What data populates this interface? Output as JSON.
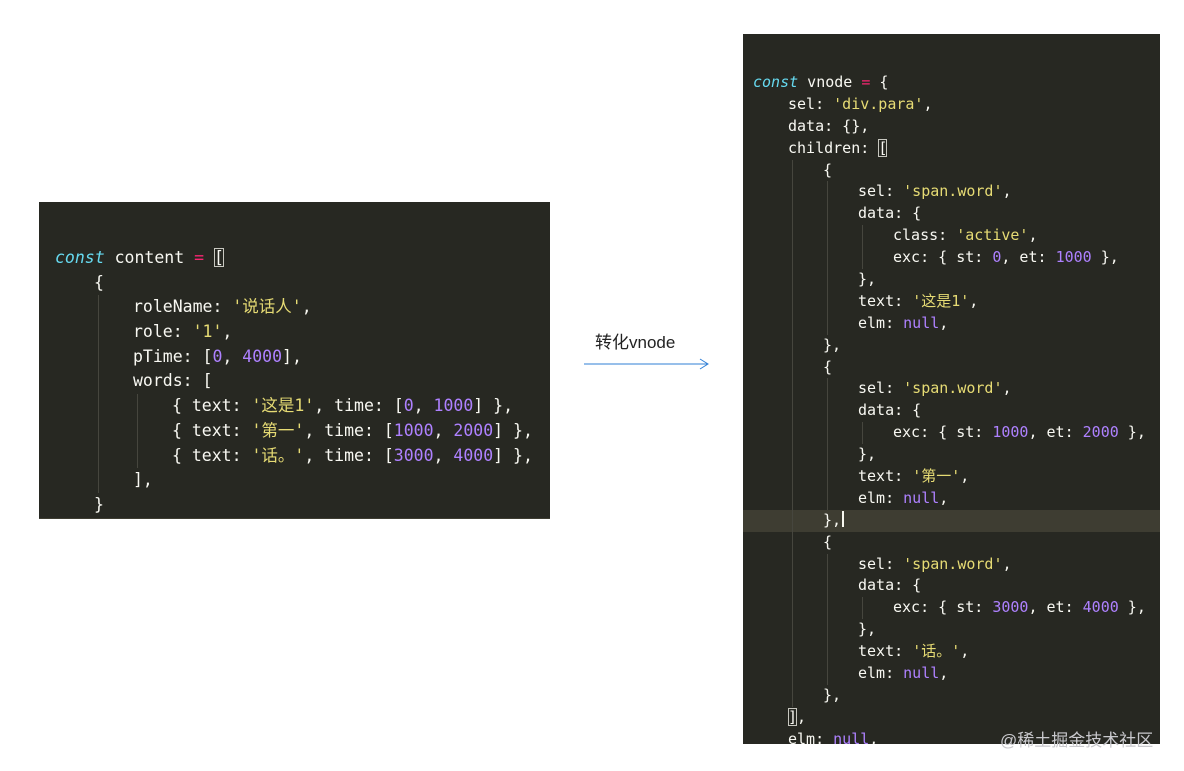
{
  "arrow_label": "转化vnode",
  "watermark": "@稀土掘金技术社区",
  "colors": {
    "editor_background": "#272822",
    "keyword": "#66d9ef",
    "plain": "#f8f8f2",
    "string": "#e6db74",
    "number": "#ae81ff",
    "operator": "#f92672",
    "active_line": "#3e3d32"
  },
  "left_code": [
    {
      "indent": 0,
      "tokens": [
        [
          "k",
          "const"
        ],
        [
          "p",
          " content "
        ],
        [
          "o",
          "="
        ],
        [
          "p",
          " "
        ],
        [
          "b",
          "["
        ]
      ]
    },
    {
      "indent": 1,
      "tokens": [
        [
          "p",
          "{"
        ]
      ]
    },
    {
      "indent": 2,
      "tokens": [
        [
          "p",
          "roleName: "
        ],
        [
          "s",
          "'说话人'"
        ],
        [
          "p",
          ","
        ]
      ]
    },
    {
      "indent": 2,
      "tokens": [
        [
          "p",
          "role: "
        ],
        [
          "s",
          "'1'"
        ],
        [
          "p",
          ","
        ]
      ]
    },
    {
      "indent": 2,
      "tokens": [
        [
          "p",
          "pTime: ["
        ],
        [
          "n",
          "0"
        ],
        [
          "p",
          ", "
        ],
        [
          "n",
          "4000"
        ],
        [
          "p",
          "],"
        ]
      ]
    },
    {
      "indent": 2,
      "tokens": [
        [
          "p",
          "words: ["
        ]
      ]
    },
    {
      "indent": 3,
      "tokens": [
        [
          "p",
          "{ text: "
        ],
        [
          "s",
          "'这是1'"
        ],
        [
          "p",
          ", time: ["
        ],
        [
          "n",
          "0"
        ],
        [
          "p",
          ", "
        ],
        [
          "n",
          "1000"
        ],
        [
          "p",
          "] },"
        ]
      ]
    },
    {
      "indent": 3,
      "tokens": [
        [
          "p",
          "{ text: "
        ],
        [
          "s",
          "'第一'"
        ],
        [
          "p",
          ", time: ["
        ],
        [
          "n",
          "1000"
        ],
        [
          "p",
          ", "
        ],
        [
          "n",
          "2000"
        ],
        [
          "p",
          "] },"
        ]
      ]
    },
    {
      "indent": 3,
      "tokens": [
        [
          "p",
          "{ text: "
        ],
        [
          "s",
          "'话。'"
        ],
        [
          "p",
          ", time: ["
        ],
        [
          "n",
          "3000"
        ],
        [
          "p",
          ", "
        ],
        [
          "n",
          "4000"
        ],
        [
          "p",
          "] },"
        ]
      ]
    },
    {
      "indent": 2,
      "tokens": [
        [
          "p",
          "],"
        ]
      ]
    },
    {
      "indent": 1,
      "tokens": [
        [
          "p",
          "}"
        ]
      ]
    },
    {
      "indent": 0,
      "active": true,
      "tokens": [
        [
          "b",
          "]"
        ]
      ]
    }
  ],
  "right_code": [
    {
      "indent": 0,
      "tokens": [
        [
          "k",
          "const"
        ],
        [
          "p",
          " vnode "
        ],
        [
          "o",
          "="
        ],
        [
          "p",
          " {"
        ]
      ]
    },
    {
      "indent": 1,
      "tokens": [
        [
          "p",
          "sel: "
        ],
        [
          "s",
          "'div.para'"
        ],
        [
          "p",
          ","
        ]
      ]
    },
    {
      "indent": 1,
      "tokens": [
        [
          "p",
          "data: {},"
        ]
      ]
    },
    {
      "indent": 1,
      "tokens": [
        [
          "p",
          "children: "
        ],
        [
          "b",
          "["
        ]
      ]
    },
    {
      "indent": 2,
      "tokens": [
        [
          "p",
          "{"
        ]
      ]
    },
    {
      "indent": 3,
      "tokens": [
        [
          "p",
          "sel: "
        ],
        [
          "s",
          "'span.word'"
        ],
        [
          "p",
          ","
        ]
      ]
    },
    {
      "indent": 3,
      "tokens": [
        [
          "p",
          "data: {"
        ]
      ]
    },
    {
      "indent": 4,
      "tokens": [
        [
          "p",
          "class: "
        ],
        [
          "s",
          "'active'"
        ],
        [
          "p",
          ","
        ]
      ]
    },
    {
      "indent": 4,
      "tokens": [
        [
          "p",
          "exc: { st: "
        ],
        [
          "n",
          "0"
        ],
        [
          "p",
          ", et: "
        ],
        [
          "n",
          "1000"
        ],
        [
          "p",
          " },"
        ]
      ]
    },
    {
      "indent": 3,
      "tokens": [
        [
          "p",
          "},"
        ]
      ]
    },
    {
      "indent": 3,
      "tokens": [
        [
          "p",
          "text: "
        ],
        [
          "s",
          "'这是1'"
        ],
        [
          "p",
          ","
        ]
      ]
    },
    {
      "indent": 3,
      "tokens": [
        [
          "p",
          "elm: "
        ],
        [
          "n",
          "null"
        ],
        [
          "p",
          ","
        ]
      ]
    },
    {
      "indent": 2,
      "tokens": [
        [
          "p",
          "},"
        ]
      ]
    },
    {
      "indent": 2,
      "tokens": [
        [
          "p",
          "{"
        ]
      ]
    },
    {
      "indent": 3,
      "tokens": [
        [
          "p",
          "sel: "
        ],
        [
          "s",
          "'span.word'"
        ],
        [
          "p",
          ","
        ]
      ]
    },
    {
      "indent": 3,
      "tokens": [
        [
          "p",
          "data: {"
        ]
      ]
    },
    {
      "indent": 4,
      "tokens": [
        [
          "p",
          "exc: { st: "
        ],
        [
          "n",
          "1000"
        ],
        [
          "p",
          ", et: "
        ],
        [
          "n",
          "2000"
        ],
        [
          "p",
          " },"
        ]
      ]
    },
    {
      "indent": 3,
      "tokens": [
        [
          "p",
          "},"
        ]
      ]
    },
    {
      "indent": 3,
      "tokens": [
        [
          "p",
          "text: "
        ],
        [
          "s",
          "'第一'"
        ],
        [
          "p",
          ","
        ]
      ]
    },
    {
      "indent": 3,
      "tokens": [
        [
          "p",
          "elm: "
        ],
        [
          "n",
          "null"
        ],
        [
          "p",
          ","
        ]
      ]
    },
    {
      "indent": 2,
      "active": true,
      "tokens": [
        [
          "p",
          "},"
        ],
        [
          "c",
          ""
        ]
      ]
    },
    {
      "indent": 2,
      "tokens": [
        [
          "p",
          "{"
        ]
      ]
    },
    {
      "indent": 3,
      "tokens": [
        [
          "p",
          "sel: "
        ],
        [
          "s",
          "'span.word'"
        ],
        [
          "p",
          ","
        ]
      ]
    },
    {
      "indent": 3,
      "tokens": [
        [
          "p",
          "data: {"
        ]
      ]
    },
    {
      "indent": 4,
      "tokens": [
        [
          "p",
          "exc: { st: "
        ],
        [
          "n",
          "3000"
        ],
        [
          "p",
          ", et: "
        ],
        [
          "n",
          "4000"
        ],
        [
          "p",
          " },"
        ]
      ]
    },
    {
      "indent": 3,
      "tokens": [
        [
          "p",
          "},"
        ]
      ]
    },
    {
      "indent": 3,
      "tokens": [
        [
          "p",
          "text: "
        ],
        [
          "s",
          "'话。'"
        ],
        [
          "p",
          ","
        ]
      ]
    },
    {
      "indent": 3,
      "tokens": [
        [
          "p",
          "elm: "
        ],
        [
          "n",
          "null"
        ],
        [
          "p",
          ","
        ]
      ]
    },
    {
      "indent": 2,
      "tokens": [
        [
          "p",
          "},"
        ]
      ]
    },
    {
      "indent": 1,
      "tokens": [
        [
          "b",
          "]"
        ],
        [
          "p",
          ","
        ]
      ]
    },
    {
      "indent": 1,
      "tokens": [
        [
          "p",
          "elm: "
        ],
        [
          "n",
          "null"
        ],
        [
          "p",
          ","
        ]
      ]
    },
    {
      "indent": 0,
      "tokens": [
        [
          "p",
          "}"
        ]
      ]
    }
  ]
}
